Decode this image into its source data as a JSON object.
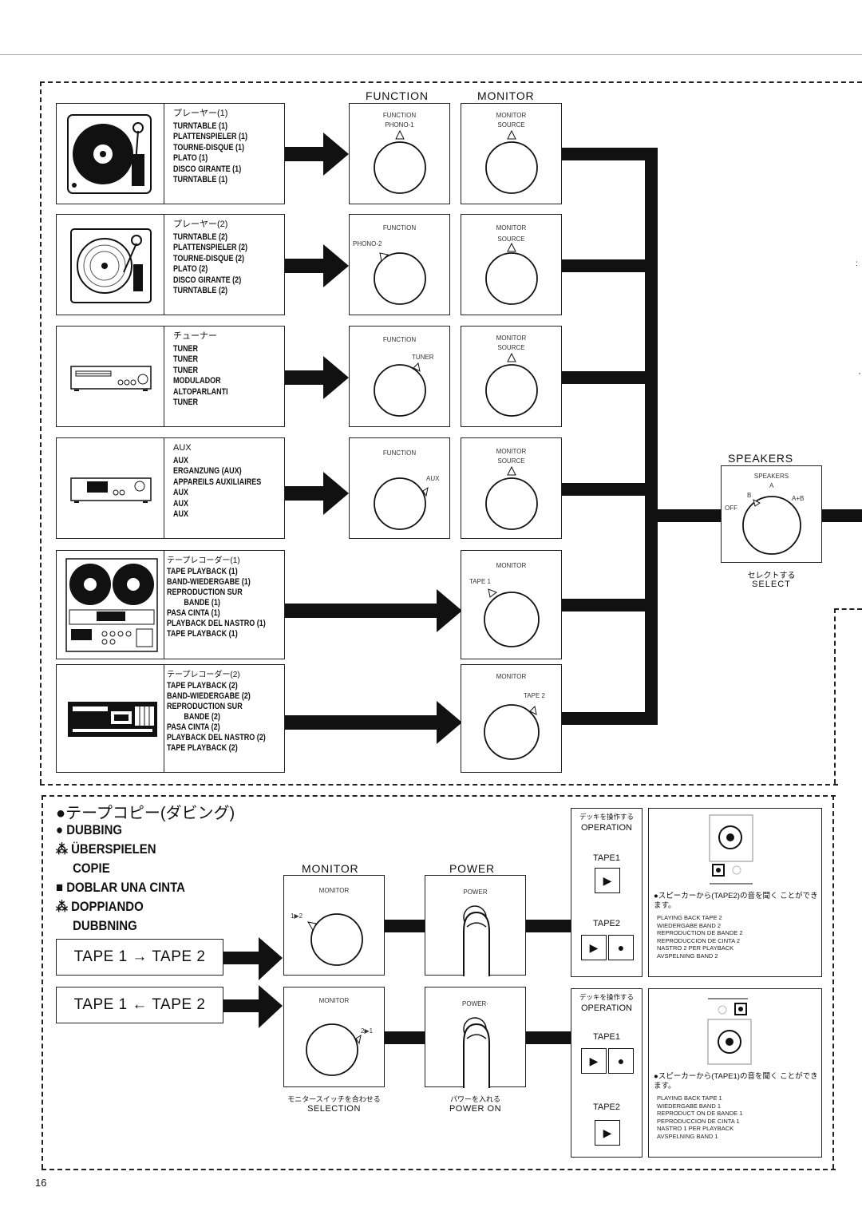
{
  "headers": {
    "function": "FUNCTION",
    "monitor": "MONITOR",
    "speakers": "SPEAKERS"
  },
  "sources": [
    {
      "jp": "プレーヤー(1)",
      "lines": [
        "TURNTABLE (1)",
        "PLATTENSPIELER (1)",
        "TOURNE-DISQUE (1)",
        "PLATO (1)",
        "DISCO GIRANTE (1)",
        "TURNTABLE (1)"
      ],
      "device_icon": "turntable-icon"
    },
    {
      "jp": "プレーヤー(2)",
      "lines": [
        "TURNTABLE (2)",
        "PLATTENSPIELER (2)",
        "TOURNE-DISQUE (2)",
        "PLATO (2)",
        "DISCO GIRANTE (2)",
        "TURNTABLE (2)"
      ],
      "device_icon": "turntable-icon"
    },
    {
      "jp": "チューナー",
      "lines": [
        "TUNER",
        "TUNER",
        "TUNER",
        "MODULADOR",
        "ALTOPARLANTI",
        "TUNER"
      ],
      "device_icon": "tuner-icon"
    },
    {
      "jp": "AUX",
      "lines": [
        "AUX",
        "ERGANZUNG (AUX)",
        "APPAREILS AUXILIAIRES",
        "AUX",
        "AUX",
        "AUX"
      ],
      "device_icon": "aux-device-icon"
    },
    {
      "jp": "テープレコーダー(1)",
      "lines": [
        "TAPE PLAYBACK (1)",
        "BAND-WIEDERGABE (1)",
        "REPRODUCTION SUR",
        "BANDE (1)",
        "PASA CINTA (1)",
        "PLAYBACK DEL NASTRO (1)",
        "TAPE PLAYBACK (1)"
      ],
      "device_icon": "reel-to-reel-icon"
    },
    {
      "jp": "テープレコーダー(2)",
      "lines": [
        "TAPE PLAYBACK (2)",
        "BAND-WIEDERGABE (2)",
        "REPRODUCTION SUR",
        "BANDE (2)",
        "PASA CINTA (2)",
        "PLAYBACK DEL NASTRO (2)",
        "TAPE PLAYBACK (2)"
      ],
      "device_icon": "cassette-deck-icon"
    }
  ],
  "function_knobs": [
    {
      "title": "FUNCTION",
      "setting": "PHONO-1"
    },
    {
      "title": "FUNCTION",
      "setting": "PHONO-2"
    },
    {
      "title": "FUNCTION",
      "setting": "TUNER"
    },
    {
      "title": "FUNCTION",
      "setting": "AUX"
    }
  ],
  "monitor_knobs": [
    {
      "title": "MONITOR",
      "setting": "SOURCE"
    },
    {
      "title": "MONITOR",
      "setting": "SOURCE"
    },
    {
      "title": "MONITOR",
      "setting": "SOURCE"
    },
    {
      "title": "MONITOR",
      "setting": "SOURCE"
    },
    {
      "title": "MONITOR",
      "setting": "TAPE 1"
    },
    {
      "title": "MONITOR",
      "setting": "TAPE 2"
    }
  ],
  "speakers_knob": {
    "title": "SPEAKERS",
    "a": "A",
    "b": "B",
    "ab": "A+B",
    "off": "OFF",
    "caption_jp": "セレクトする",
    "caption_en": "SELECT"
  },
  "dubbing": {
    "title_jp": "●テープコピー(ダビング)",
    "titles": [
      "● DUBBING",
      "⁂ ÜBERSPIELEN",
      "COPIE",
      "■ DOBLAR UNA CINTA",
      "⁂ DOPPIANDO",
      "DUBBNING"
    ],
    "monitor_header": "MONITOR",
    "power_header": "POWER",
    "direction_1": "TAPE 1 → TAPE 2",
    "direction_2": "TAPE 1 ← TAPE 2",
    "monitor_knob_title": "MONITOR",
    "monitor_setting_1": "1▶2",
    "monitor_setting_2": "2▶1",
    "power_title_1": "POWER",
    "power_title_2": "POWER·",
    "selection_jp": "モニタースイッチを合わせる",
    "selection_en": "SELECTION",
    "power_on_jp": "パワーを入れる",
    "power_on_en": "POWER ON",
    "op_jp": "デッキを操作する",
    "op_en": "OPERATION",
    "tape1": "TAPE1",
    "tape2": "TAPE2",
    "play_symbol": "▶",
    "rec_symbol": "●",
    "note_1_jp": "●スピーカーから(TAPE2)の音を聞く ことができます。",
    "note_1_lines": [
      "PLAYING BACK TAPE 2",
      "WIEDERGABE BAND 2",
      "REPRODUCTION DE BANDE 2",
      "REPRODUCCION DE CINTA 2",
      "NASTRO 2 PER PLAYBACK",
      "AVSPELNING BAND 2"
    ],
    "note_2_jp": "●スピーカーから(TAPE1)の音を聞く ことができます。",
    "note_2_lines": [
      "PLAYING BACK TAPE 1",
      "WIEDERGABE BAND 1",
      "REPRODUCT ON DE BANDE 1",
      "PEPRODUCCION DE CINTA 1",
      "NASTRO 1 PER PLAYBACK",
      "AVSPELNING BAND 1"
    ]
  },
  "page_number": "16"
}
